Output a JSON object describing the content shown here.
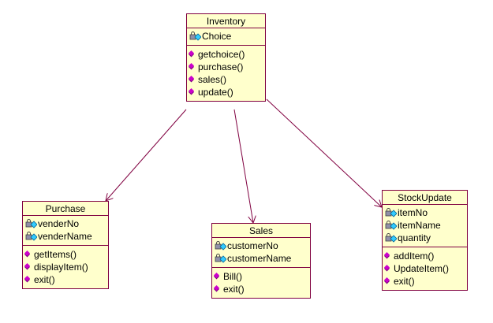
{
  "diagram": {
    "classes": {
      "inventory": {
        "name": "Inventory",
        "attributes": [
          "Choice"
        ],
        "operations": [
          "getchoice()",
          "purchase()",
          "sales()",
          "update()"
        ]
      },
      "purchase": {
        "name": "Purchase",
        "attributes": [
          "venderNo",
          "venderName"
        ],
        "operations": [
          "getItems()",
          "displayItem()",
          "exit()"
        ]
      },
      "sales": {
        "name": "Sales",
        "attributes": [
          "customerNo",
          "customerName"
        ],
        "operations": [
          "Bill()",
          "exit()"
        ]
      },
      "stockupdate": {
        "name": "StockUpdate",
        "attributes": [
          "itemNo",
          "itemName",
          "quantity"
        ],
        "operations": [
          "addItem()",
          "UpdateItem()",
          "exit()"
        ]
      }
    },
    "associations": [
      {
        "from": "Inventory",
        "to": "Purchase"
      },
      {
        "from": "Inventory",
        "to": "Sales"
      },
      {
        "from": "Inventory",
        "to": "StockUpdate"
      }
    ],
    "colors": {
      "box_fill": "#ffffcc",
      "box_border": "#800040",
      "line": "#800040",
      "operation_icon": "#cc00cc"
    },
    "icons": {
      "attribute": "private-attribute-lock-icon",
      "operation": "public-operation-diamond-icon"
    }
  }
}
